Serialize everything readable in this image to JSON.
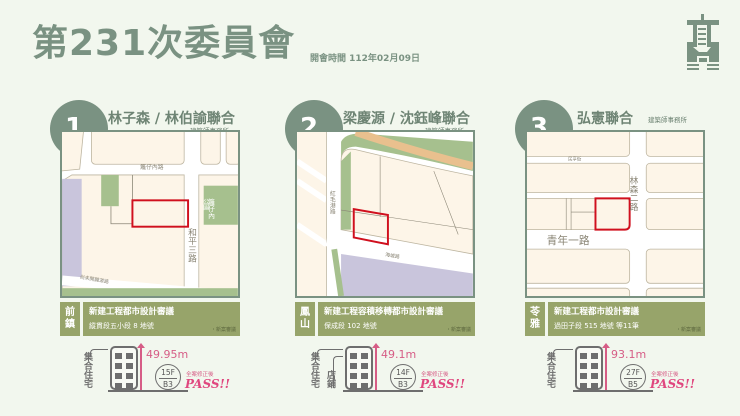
{
  "header": {
    "title": "第231次委員會",
    "meeting_date_label": "開會時間 112年02月09日",
    "logo": "city-emblem-logo"
  },
  "colors": {
    "background": "#f2f7ee",
    "accent_green": "#7a9282",
    "info_olive": "#97a46a",
    "pass_pink": "#e0477f",
    "site_red": "#d0101e"
  },
  "cards": [
    {
      "number": "1.",
      "architect": "林子森 / 林伯諭聯合",
      "firm_suffix": "建築師事務所",
      "map": {
        "roads": [
          "籬仔內路",
          "和平三路",
          "尚未開闢道路"
        ],
        "parks": [
          "籬仔內公園",
          "公園"
        ]
      },
      "district": [
        "前",
        "鎮"
      ],
      "plan_title": "新建工程都市設計審議",
      "plan_address": "縱貫段五小段 8 地號",
      "plan_tag": "・新案審議",
      "building": {
        "use": [
          "集合住宅"
        ],
        "height": "49.95m",
        "floors_above": "15F",
        "floors_below": "B3",
        "pass_note": "全案修正後",
        "pass_label": "PASS!!"
      }
    },
    {
      "number": "2.",
      "architect": "梁慶源 / 沈鈺峰聯合",
      "firm_suffix": "建築師事務所",
      "map": {
        "roads": [
          "紅毛港路",
          "海城路"
        ]
      },
      "district": [
        "鳳",
        "山"
      ],
      "plan_title": "新建工程容積移轉都市設計審議",
      "plan_address": "保成段 102 地號",
      "plan_tag": "・新案審議",
      "building": {
        "use": [
          "集合住宅",
          "店鋪"
        ],
        "height": "49.1m",
        "floors_above": "14F",
        "floors_below": "B3",
        "pass_note": "全案修正後",
        "pass_label": "PASS!!"
      }
    },
    {
      "number": "3.",
      "architect": "弘憲聯合",
      "firm_suffix": "建築師事務所",
      "map": {
        "roads": [
          "民享街",
          "林森二路",
          "青年一路"
        ]
      },
      "district": [
        "苓",
        "雅"
      ],
      "plan_title": "新建工程都市設計審議",
      "plan_address": "過田子段 515 地號 等11筆",
      "plan_tag": "・新案審議",
      "building": {
        "use": [
          "集合住宅"
        ],
        "height": "93.1m",
        "floors_above": "27F",
        "floors_below": "B5",
        "pass_note": "全案修正後",
        "pass_label": "PASS!!"
      }
    }
  ]
}
